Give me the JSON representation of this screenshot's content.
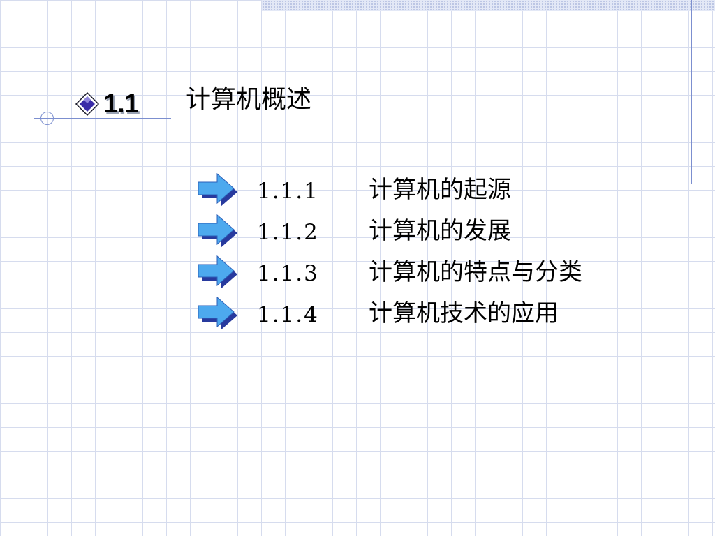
{
  "slide": {
    "section_number": "1.1",
    "section_title": "计算机概述",
    "items": [
      {
        "number": "1.1.1",
        "label": "计算机的起源"
      },
      {
        "number": "1.1.2",
        "label": "计算机的发展"
      },
      {
        "number": "1.1.3",
        "label": "计算机的特点与分类"
      },
      {
        "number": "1.1.4",
        "label": "计算机技术的应用"
      }
    ]
  },
  "colors": {
    "grid": "#d6dcee",
    "rule": "#7c8fcf",
    "arrow_blue": "#4da9ee",
    "arrow_shadow": "#283a9e",
    "diamond": "#3a2ca8"
  },
  "icons": {
    "section_bullet": "diamond-icon",
    "item_bullet": "right-arrow-icon"
  }
}
